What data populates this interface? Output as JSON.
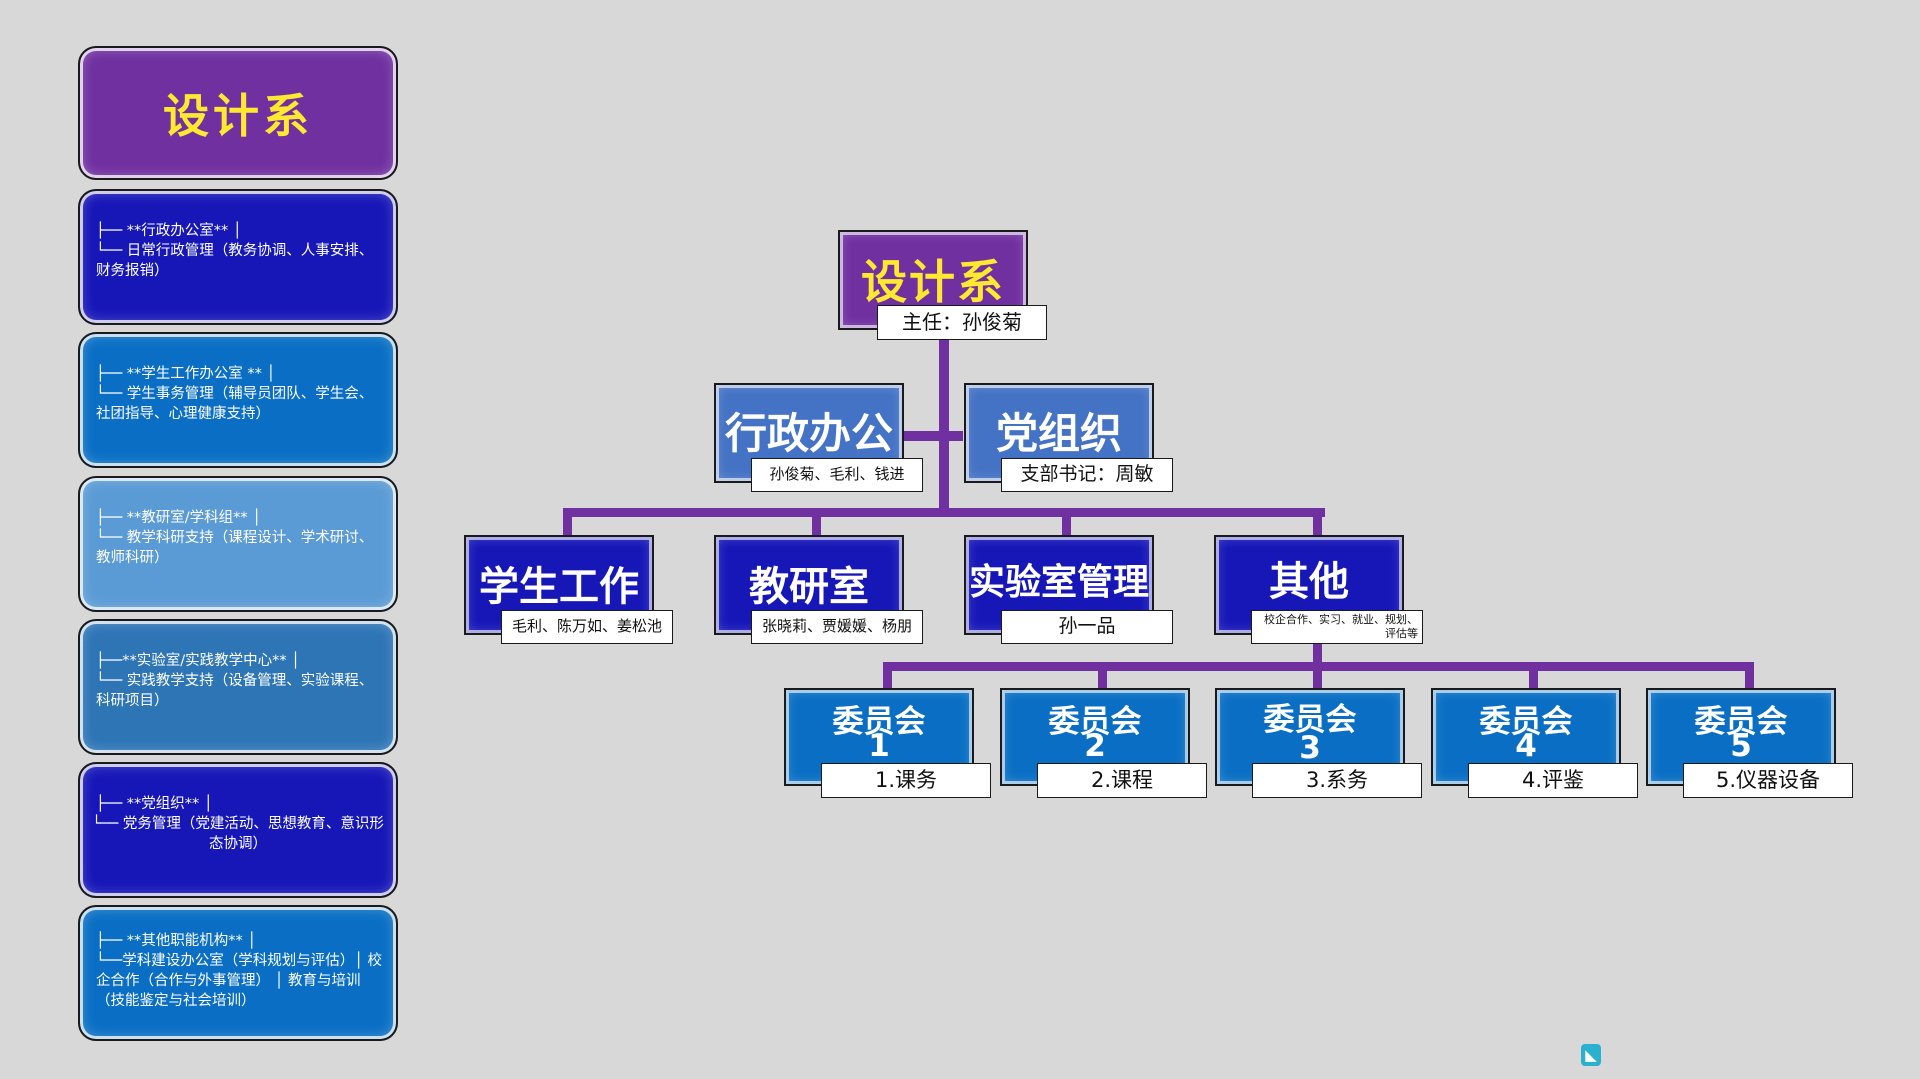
{
  "sidebar": {
    "title": "设计系",
    "items": [
      {
        "l1": "├── **行政办公室** │",
        "l2": "└── 日常行政管理（教务协调、人事安排、财务报销）"
      },
      {
        "l1": "├── **学生工作办公室 ** │",
        "l2": "└── 学生事务管理（辅导员团队、学生会、社团指导、心理健康支持）"
      },
      {
        "l1": "├── **教研室/学科组** │",
        "l2": "└── 教学科研支持（课程设计、学术研讨、教师科研）"
      },
      {
        "l1": "├──**实验室/实践教学中心** │",
        "l2": "└── 实践教学支持（设备管理、实验课程、科研项目）"
      },
      {
        "l1": "├── **党组织** │",
        "l2": "└── 党务管理（党建活动、思想教育、意识形态协调）"
      },
      {
        "l1": "├── **其他职能机构** │",
        "l2": "└──学科建设办公室（学科规划与评估）│ 校企合作（合作与外事管理） │ 教育与培训（技能鉴定与社会培训）"
      }
    ]
  },
  "org": {
    "root": {
      "title": "设计系",
      "tag": "主任：孙俊菊"
    },
    "admin": {
      "title": "行政办公",
      "tag": "孙俊菊、毛利、钱进"
    },
    "party": {
      "title": "党组织",
      "tag": "支部书记：周敏"
    },
    "student": {
      "title": "学生工作",
      "tag": "毛利、陈万如、姜松池"
    },
    "research": {
      "title": "教研室",
      "tag": "张晓莉、贾媛媛、杨朋"
    },
    "lab": {
      "title": "实验室管理",
      "tag": "孙一品"
    },
    "other": {
      "title": "其他",
      "tag": "校企合作、实习、就业、规划、评估等"
    },
    "committees": [
      {
        "l1": "委员会",
        "l2": "1",
        "tag": "1.课务"
      },
      {
        "l1": "委员会",
        "l2": "2",
        "tag": "2.课程"
      },
      {
        "l1": "委员会",
        "l2": "3",
        "tag": "3.系务"
      },
      {
        "l1": "委员会",
        "l2": "4",
        "tag": "4.评鉴"
      },
      {
        "l1": "委员会",
        "l2": "5",
        "tag": "5.仪器设备"
      }
    ]
  },
  "colors": {
    "purple": "#7030a0",
    "title_yellow": "#ffe830",
    "navy": "#1414b4",
    "blue": "#0a6fc4",
    "light_blue": "#5b9bd5",
    "steel_blue": "#2e75b6",
    "mid_blue": "#4472c4",
    "connector": "#7030a0"
  }
}
